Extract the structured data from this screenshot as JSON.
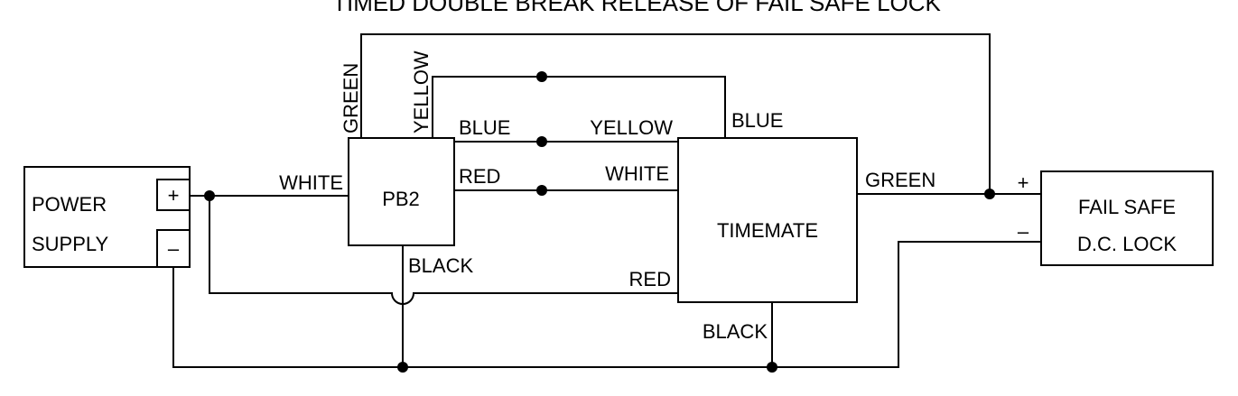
{
  "title": "TIMED DOUBLE BREAK RELEASE OF FAIL SAFE LOCK",
  "components": {
    "power_supply": {
      "line1": "POWER",
      "line2": "SUPPLY",
      "plus": "+",
      "minus": "–"
    },
    "pb2": {
      "label": "PB2"
    },
    "timemate": {
      "label": "TIMEMATE"
    },
    "lock": {
      "line1": "FAIL SAFE",
      "line2": "D.C. LOCK",
      "plus": "+",
      "minus": "–"
    }
  },
  "wire_labels": {
    "green_vertical": "GREEN",
    "yellow_vertical": "YELLOW",
    "white_pb2": "WHITE",
    "blue_pb2": "BLUE",
    "red_pb2": "RED",
    "black_pb2": "BLACK",
    "yellow_timemate": "YELLOW",
    "white_timemate": "WHITE",
    "blue_timemate": "BLUE",
    "red_timemate": "RED",
    "black_timemate": "BLACK",
    "green_timemate": "GREEN"
  }
}
